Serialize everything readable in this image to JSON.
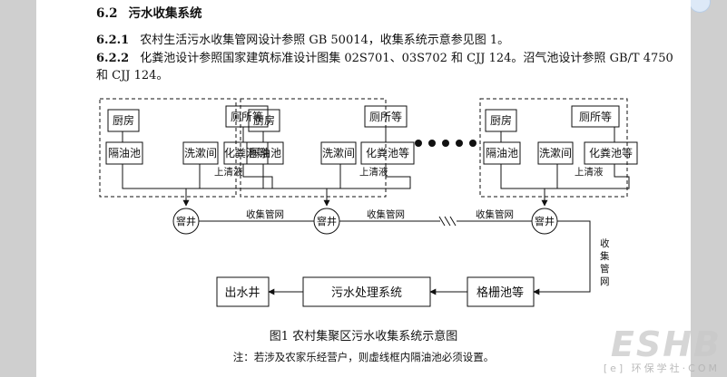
{
  "section": {
    "number": "6.2",
    "title": "污水收集系统"
  },
  "paragraphs": [
    {
      "number": "6.2.1",
      "text": "农村生活污水收集管网设计参照 GB 50014，收集系统示意参见图 1。"
    },
    {
      "number": "6.2.2",
      "text": "化粪池设计参照国家建筑标准设计图集 02S701、03S702 和 CJJ 124。沼气池设计参照 GB/T   4750"
    },
    {
      "number": "",
      "text": "和 CJJ 124。"
    }
  ],
  "diagram": {
    "kitchen": "厨房",
    "toilet": "厕所等",
    "grease_trap": "隔油池",
    "wash": "洗漱间",
    "septic": "化粪池等",
    "supernatant": "上清液",
    "manhole": "窨井",
    "network": "收集管网",
    "network_vertical": [
      "收",
      "集",
      "管",
      "网"
    ],
    "outlet_well": "出水井",
    "treatment": "污水处理系统",
    "screen": "格栅池等"
  },
  "caption": "图1 农村集聚区污水收集系统示意图",
  "note": "注：若涉及农家乐经营户，则虚线框内隔油池必须设置。",
  "watermark": {
    "main": "ESHB",
    "sub": "环保学社·COM",
    "badge": "[e]"
  }
}
